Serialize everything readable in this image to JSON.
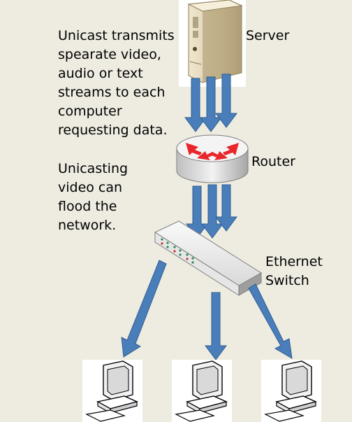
{
  "description": {
    "unicast_lines": [
      "Unicast transmits",
      "spearate video,",
      "audio or text",
      "streams to each",
      "computer",
      "requesting data."
    ],
    "flood_lines": [
      "Unicasting",
      "video can",
      "flood the",
      "network."
    ]
  },
  "labels": {
    "server": "Server",
    "router": "Router",
    "switch_line1": "Ethernet",
    "switch_line2": "Switch"
  },
  "colors": {
    "background": "#eeece1",
    "arrow_fill": "#4a7ebb",
    "arrow_stroke": "#2f5d8f",
    "router_arrow": "#e8262b"
  }
}
